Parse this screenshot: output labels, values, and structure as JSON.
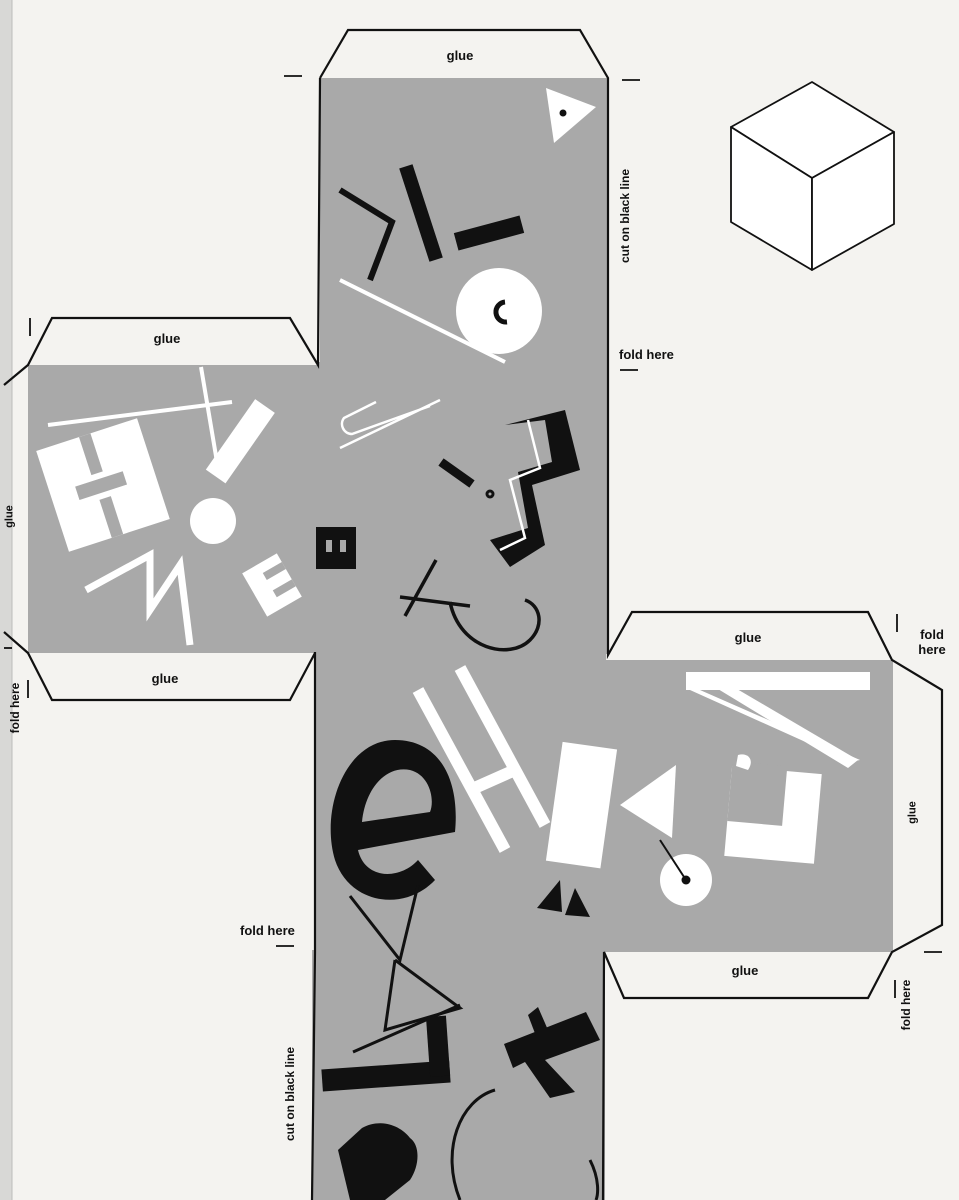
{
  "labels": {
    "glue": "glue",
    "fold_here": "fold here",
    "fold": "fold",
    "here": "here",
    "cut_on_black_line": "cut on black line"
  },
  "colors": {
    "paper": "#f4f3f0",
    "panel_gray": "#a9a9a9",
    "ink": "#111111",
    "white": "#ffffff"
  }
}
